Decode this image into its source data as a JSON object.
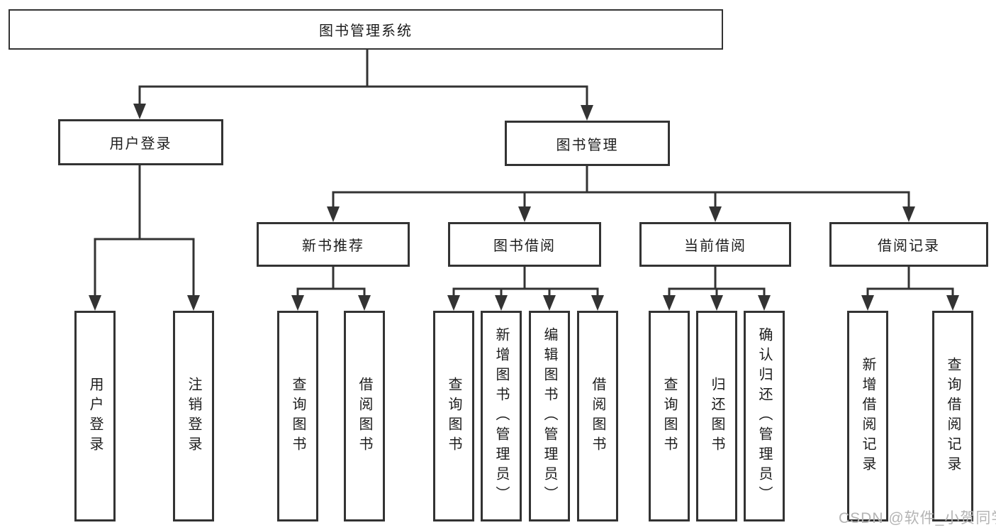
{
  "diagram": {
    "root": {
      "label": "图书管理系统"
    },
    "level2": {
      "user_login": {
        "label": "用户登录"
      },
      "book_management": {
        "label": "图书管理"
      }
    },
    "level3": {
      "new_book_recommend": {
        "label": "新书推荐"
      },
      "book_borrowing": {
        "label": "图书借阅"
      },
      "current_borrowing": {
        "label": "当前借阅"
      },
      "borrowing_records": {
        "label": "借阅记录"
      }
    },
    "leaves": {
      "user_login": [
        "用户登录",
        "注销登录"
      ],
      "new_book_recommend": [
        "查询图书",
        "借阅图书"
      ],
      "book_borrowing": [
        "查询图书",
        "新增图书（管理员）",
        "编辑图书（管理员）",
        "借阅图书"
      ],
      "current_borrowing": [
        "查询图书",
        "归还图书",
        "确认归还（管理员）"
      ],
      "borrowing_records": [
        "新增借阅记录",
        "查询借阅记录"
      ]
    },
    "colors": {
      "line": "#333333",
      "box_border": "#333333",
      "text": "#1c1c1c",
      "watermark_text": "#b4b4b4",
      "background": "#ffffff"
    }
  },
  "watermark": {
    "label": "CSDN @软件_小贺同学"
  }
}
